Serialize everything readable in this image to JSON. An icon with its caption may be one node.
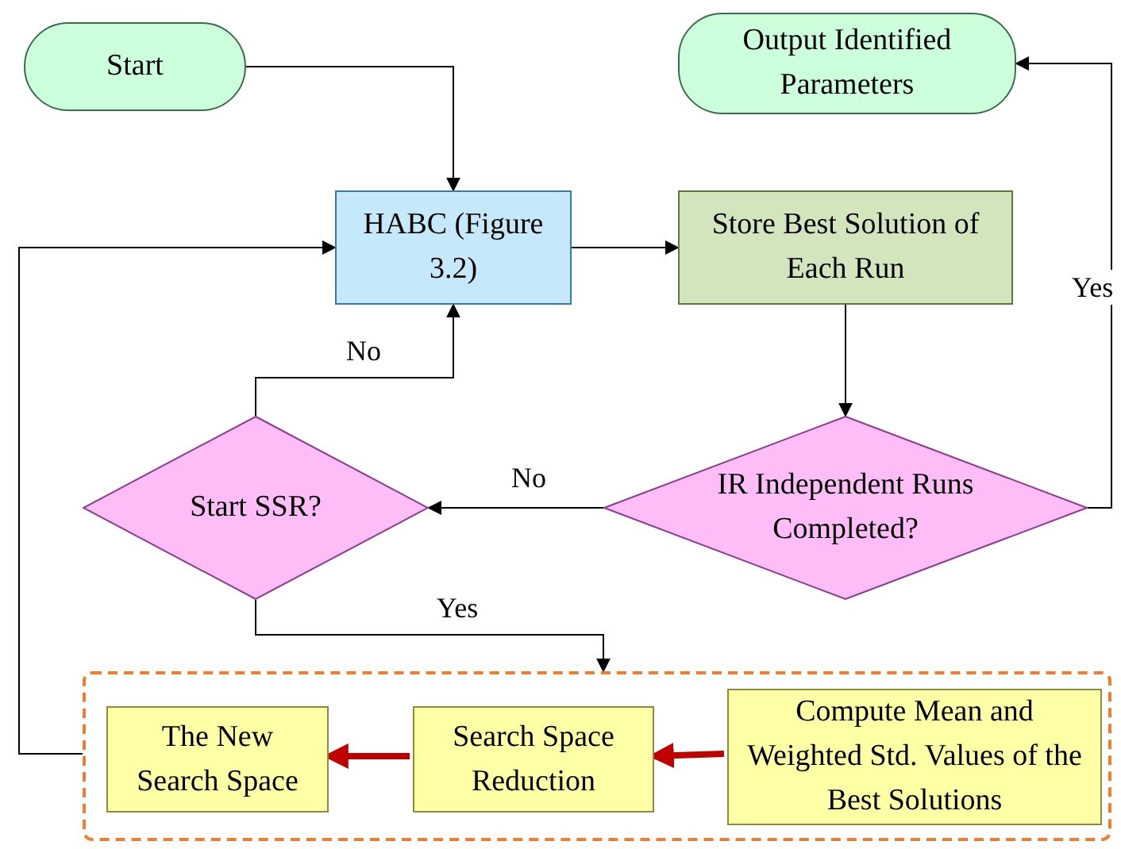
{
  "diagram": {
    "nodes": [
      {
        "text": [
          "Start"
        ]
      },
      {
        "text": [
          "Output Identified Parameters"
        ]
      },
      {
        "text": [
          "HABC (Figure 3.2)"
        ]
      },
      {
        "text": [
          "Store Best Solution of Each Run"
        ]
      },
      {
        "text": [
          "Start SSR?"
        ]
      },
      {
        "text": [
          "IR Independent Runs Completed?"
        ]
      },
      {
        "text": [],
        "shape": "box"
      },
      {
        "text": [
          "The New Search Space"
        ],
        "in": 6
      },
      {
        "text": [
          "Search Space Reduction"
        ],
        "in": 6
      },
      {
        "text": [
          "Compute Mean and Weighted Std. Values of the Best Solutions"
        ],
        "in": 6
      }
    ],
    "edges": [
      {
        "from": 0,
        "to": 2,
        "arrow": "to"
      },
      {
        "from": 2,
        "to": 3,
        "arrow": "to"
      },
      {
        "from": 3,
        "to": 5,
        "arrow": "to"
      },
      {
        "from": 5,
        "to": 4,
        "arrow": "to",
        "label": "No"
      },
      {
        "from": 4,
        "to": 2,
        "arrow": "to",
        "label": "No"
      },
      {
        "from": 4,
        "to": 6,
        "arrow": "to",
        "label": "Yes"
      },
      {
        "from": 9,
        "to": 8,
        "arrow": "to",
        "style": "thick",
        "color": "#c00000"
      },
      {
        "from": 8,
        "to": 7,
        "arrow": "to",
        "style": "thick",
        "color": "#c00000"
      },
      {
        "from": 6,
        "to": 2,
        "arrow": "to"
      },
      {
        "from": 5,
        "to": 1,
        "arrow": "to",
        "label": "Yes"
      }
    ]
  }
}
